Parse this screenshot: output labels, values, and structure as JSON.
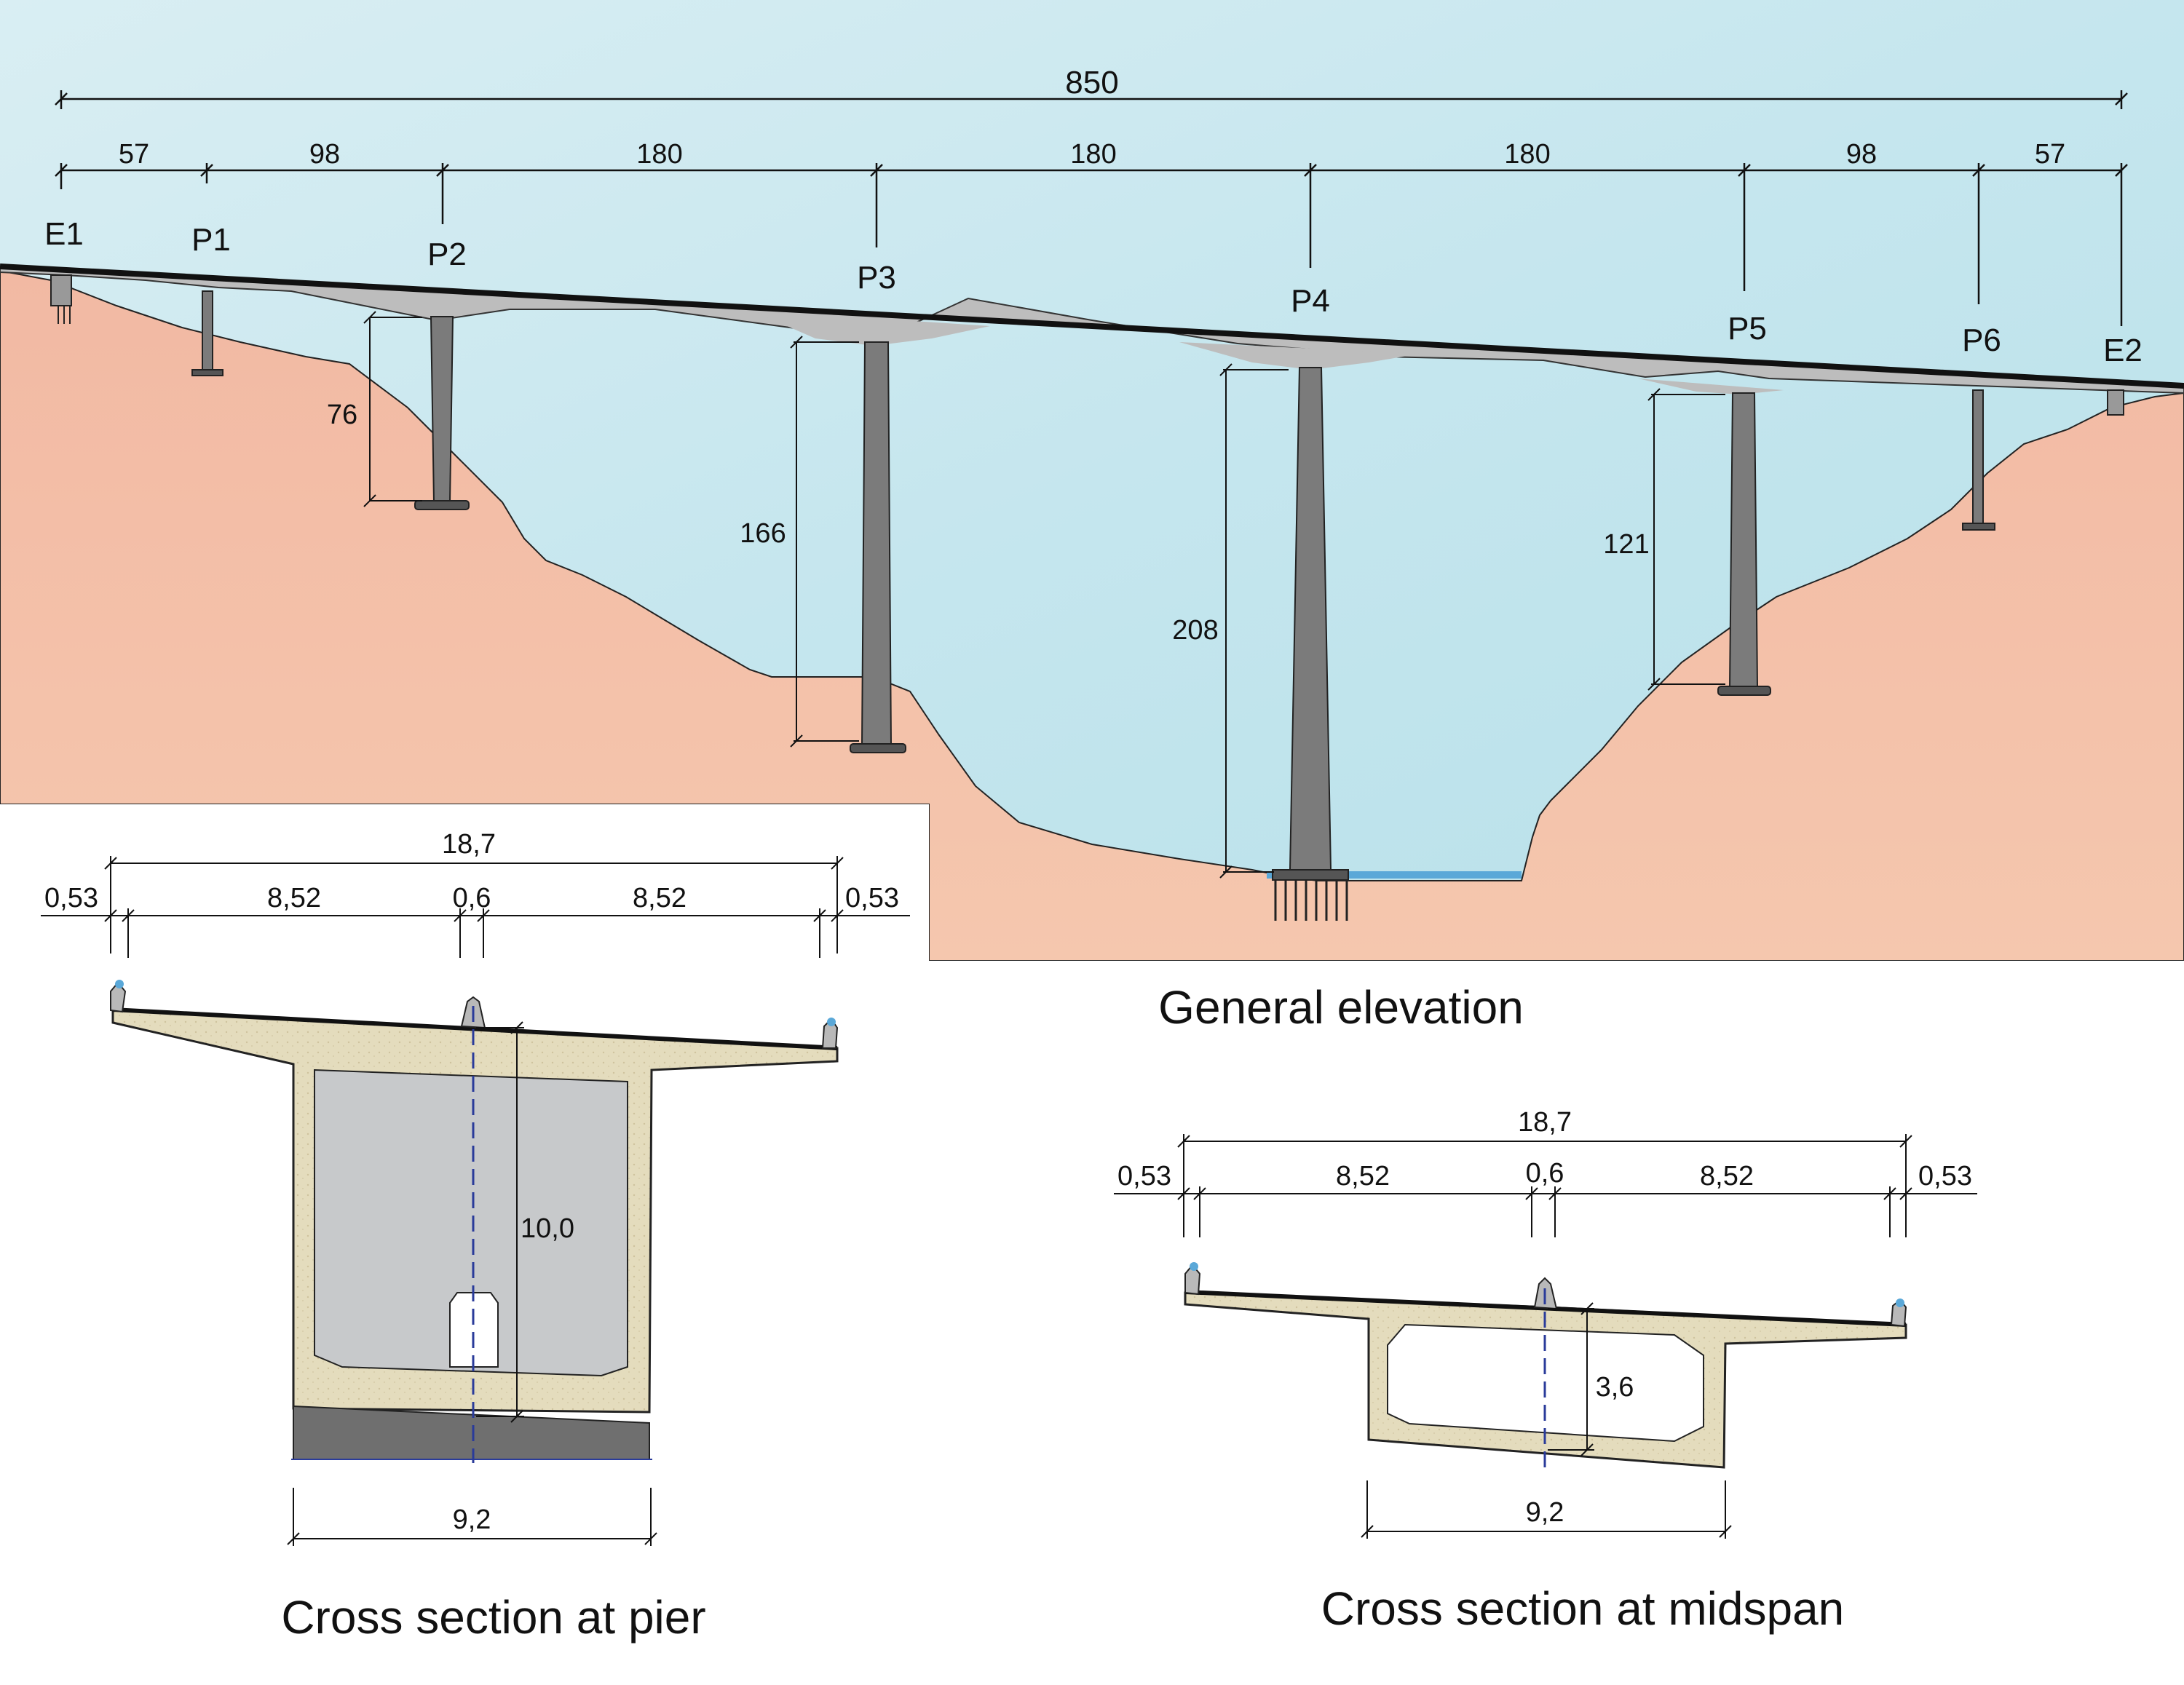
{
  "elevation": {
    "caption": "General elevation",
    "total_length": "850",
    "spans": [
      "57",
      "98",
      "180",
      "180",
      "180",
      "98",
      "57"
    ],
    "supports": [
      "E1",
      "P1",
      "P2",
      "P3",
      "P4",
      "P5",
      "P6",
      "E2"
    ],
    "pier_heights": {
      "p2": "76",
      "p3": "166",
      "p4": "208",
      "p5": "121"
    }
  },
  "section_pier": {
    "caption": "Cross section at pier",
    "total_width": "18,7",
    "edge_left": "0,53",
    "lane_left": "8,52",
    "median": "0,6",
    "lane_right": "8,52",
    "edge_right": "0,53",
    "depth": "10,0",
    "bottom_width": "9,2"
  },
  "section_midspan": {
    "caption": "Cross section at midspan",
    "total_width": "18,7",
    "edge_left": "0,53",
    "lane_left": "8,52",
    "median": "0,6",
    "lane_right": "8,52",
    "edge_right": "0,53",
    "depth": "3,6",
    "bottom_width": "9,2"
  },
  "colors": {
    "sky": "#cfeaf0",
    "ground": "#f1b4a0",
    "concrete": "#bfbfbf",
    "pier": "#7b7b7b",
    "section_fill": "#e2d9b8",
    "section_void": "#c7c9cb",
    "water": "#5aa8d8"
  }
}
